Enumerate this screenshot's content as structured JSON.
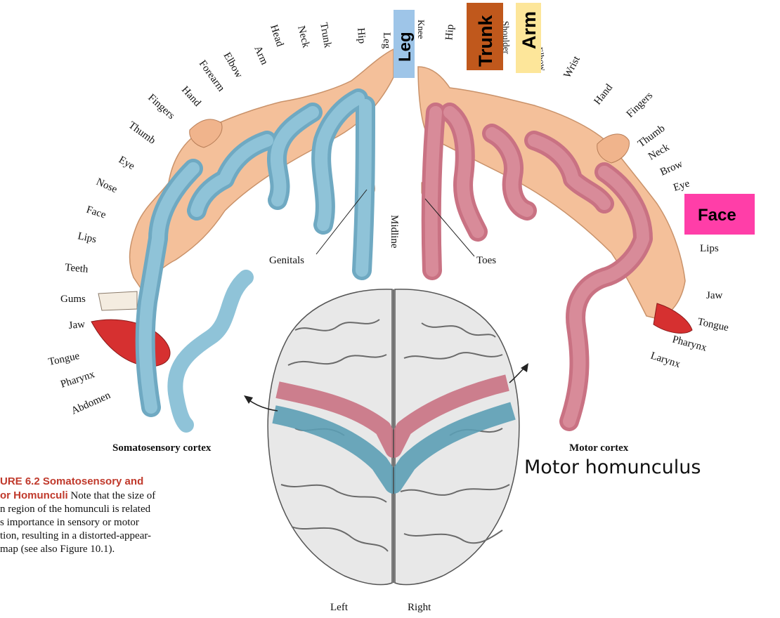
{
  "left_labels": [
    "Leg",
    "Hip",
    "Trunk",
    "Neck",
    "Head",
    "Arm",
    "Elbow",
    "Forearm",
    "Hand",
    "Fingers",
    "Thumb",
    "Eye",
    "Nose",
    "Face",
    "Lips",
    "Teeth",
    "Gums",
    "Jaw",
    "Tongue",
    "Pharynx",
    "Abdomen"
  ],
  "right_labels": [
    "Knee",
    "Hip",
    "Shoulder",
    "Elbow",
    "Wrist",
    "Hand",
    "Fingers",
    "Thumb",
    "Neck",
    "Brow",
    "Eye",
    "Lips",
    "Jaw",
    "Tongue",
    "Pharynx",
    "Larynx"
  ],
  "annotations": {
    "genitals": "Genitals",
    "toes": "Toes",
    "midline": "Midline",
    "left": "Left",
    "right": "Right",
    "somatosensory": "Somatosensory cortex",
    "motor": "Motor cortex"
  },
  "highlights": {
    "leg": "Leg",
    "trunk": "Trunk",
    "arm": "Arm",
    "face": "Face"
  },
  "highlight_colors": {
    "leg": "#9ec5e8",
    "trunk": "#c0581c",
    "arm": "#fde69a",
    "face": "#ff3ea8"
  },
  "caption": {
    "title_line1": "URE 6.2  Somatosensory and",
    "title_line2": "or Homunculi",
    "line2_rest": "  Note that the size of",
    "line3": "n region of the homunculi is related",
    "line4": "s importance in sensory or motor",
    "line5": "tion, resulting in a distorted-appear-",
    "line6": "map (see also Figure 10.1)."
  },
  "motor_homunculus": "Motor homunculus"
}
